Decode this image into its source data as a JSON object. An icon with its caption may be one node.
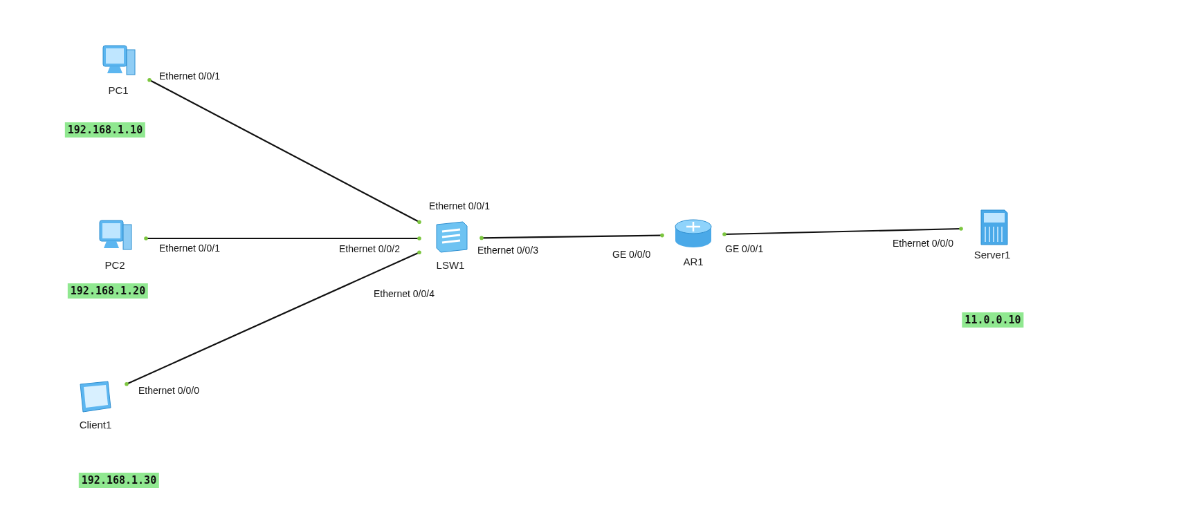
{
  "diagram": {
    "nodes": [
      {
        "text": [
          "PC1"
        ]
      },
      {
        "text": [
          "192.168.1.10"
        ]
      },
      {
        "text": [
          "PC2"
        ]
      },
      {
        "text": [
          "LSW1"
        ]
      },
      {
        "text": [
          "AR1"
        ]
      },
      {
        "text": [
          "Server1"
        ]
      },
      {
        "text": [
          "192.168.1.20"
        ]
      },
      {
        "text": [
          "11.0.0.10"
        ]
      },
      {
        "text": [
          "Client1"
        ]
      },
      {
        "text": [
          "192.168.1.30"
        ]
      }
    ],
    "edges": [
      {
        "from": 0,
        "to": 3,
        "arrow": "other"
      },
      {
        "from": 2,
        "to": 3,
        "arrow": "other"
      },
      {
        "from": 8,
        "to": 3,
        "arrow": "other"
      },
      {
        "from": 3,
        "to": 4,
        "arrow": "other"
      },
      {
        "from": 4,
        "to": 5,
        "arrow": "other"
      }
    ],
    "labels": [
      "Ethernet 0/0/1",
      "Ethernet 0/0/1",
      "Ethernet 0/0/1",
      "Ethernet 0/0/2",
      "Ethernet 0/0/3",
      "GE 0/0/1",
      "GE 0/0/0",
      "Ethernet 0/0/0",
      "Ethernet 0/0/4",
      "Ethernet 0/0/0"
    ]
  }
}
